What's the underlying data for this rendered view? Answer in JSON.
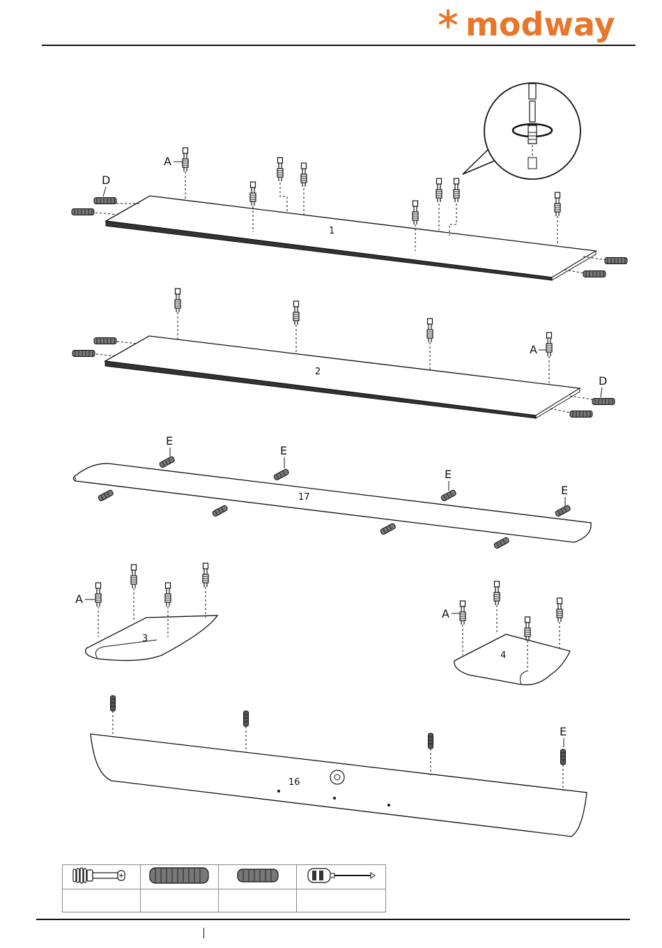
{
  "brand": {
    "name": "modway",
    "color": "#e8762b"
  },
  "labels": {
    "screw": "A",
    "dowel_large": "D",
    "dowel_small": "E"
  },
  "part_numbers": {
    "panel_1": "1",
    "panel_2": "2",
    "panel_17": "17",
    "side_3": "3",
    "side_4": "4",
    "panel_16": "16"
  },
  "hardware_table": {
    "icons": [
      "cam-screw-icon",
      "large-dowel-icon",
      "small-dowel-icon",
      "screwdriver-icon"
    ],
    "labels": [
      "",
      "",
      "",
      ""
    ]
  },
  "colors": {
    "line": "#111111",
    "table_border": "#888888"
  }
}
